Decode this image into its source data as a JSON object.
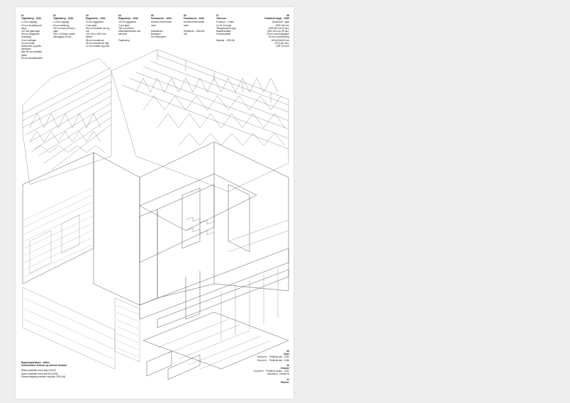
{
  "legend": [
    {
      "num": "01",
      "title": "Taptekking - 1932",
      "lines": [
        "2-4 mm tegstag",
        "40 mm forskalkonstr",
        "ming",
        "110 mm gitterspær",
        "28 mm bolgeplate-",
        "trestoping",
        "3 mm nettluger",
        "10 mm isolas",
        "Strisenbart og plate-",
        "membran",
        "Ikke 50 mm akustikk-",
        "plater",
        "30 mm akustikkplater"
      ]
    },
    {
      "num": "02",
      "title": "Taptekking - 1946",
      "lines": [
        "2-4 mm tegstag",
        "60 mm tekkning",
        "120 mm armert beton-",
        "plate",
        "225 x 1000mm armert",
        "betongspar (5 stk.)"
      ]
    },
    {
      "num": "03",
      "title": "Etagedekk - 1932",
      "lines": [
        "19 mm eggparket",
        "2 mm sjakt",
        "28 mm tresterter der og",
        "hvit",
        "120 x 60 x 3000 mm",
        "bjelker",
        "65 mm sendebruk",
        "28 mm treester før legt",
        "11 mm senater og pudu"
      ]
    },
    {
      "num": "04",
      "title": "Etagedekk - 1946",
      "lines": [
        "19 mm eggparket",
        "2 mm sjakt",
        "230 mm armert",
        "betonddekk/tekke non-",
        "struktuer",
        "",
        "Pastrissing"
      ]
    },
    {
      "num": "05",
      "title": "Fundament - 1932",
      "lines": [
        "Armeret betonfunder-",
        "ment",
        "",
        "Kalkstender",
        "Betongen",
        "Sol Reserplant"
      ]
    },
    {
      "num": "06",
      "title": "Fundament - 1946",
      "lines": [
        "Armeret betonfunder-",
        "ment",
        "",
        "Heplatmte - 150x150",
        "mm"
      ]
    },
    {
      "num": "07",
      "title": "Yttermur",
      "lines": [
        "Fundmur - 2 stein",
        "14-15 mm fuge",
        "Tilbagetrukken fuge",
        "Baalsknedeltel",
        "Cementmørtel",
        "",
        "Murpilar - 1932-56"
      ]
    },
    {
      "num": "08",
      "title": "Veldekult etage - 1995",
      "lines": [
        "Systemloft + gips",
        "HEB 160 mm",
        "HEB 180 mm (5 stk.)",
        "HEB 140 mm (15 stk.)",
        "22 mm armeringsgitter",
        "50 mm understoping",
        "180x100x500 mm",
        "LECA (81 stk.)",
        "LMP 220 mm"
      ]
    }
  ],
  "bottom_left": {
    "title_line1": "Bygningsanalyse - rådus",
    "title_line2": "Konstruktive forhold og teknisk tilstand",
    "lines": [
      "Ældre sandsteik tnord kapa (1932)",
      "Nyere sandsteik tnord sandte (1946)",
      "Sammenbygning mellem murpilar (1932-46)"
    ]
  },
  "bottom_right": {
    "items": [
      {
        "num": "09",
        "title": "Døre",
        "rows": [
          [
            "Reparerer",
            "Profilerst dør - 1932"
          ],
          [
            "Reparerer",
            "Profilerst dør - 1946"
          ]
        ]
      },
      {
        "num": "10",
        "title": "Vinduer",
        "rows": [
          [
            "Reparerer",
            "Profilerst vindue - 1932"
          ],
          [
            "",
            "Aluminium - udendt år"
          ]
        ]
      },
      {
        "num": "11",
        "title": "Paneler",
        "rows": []
      }
    ]
  }
}
